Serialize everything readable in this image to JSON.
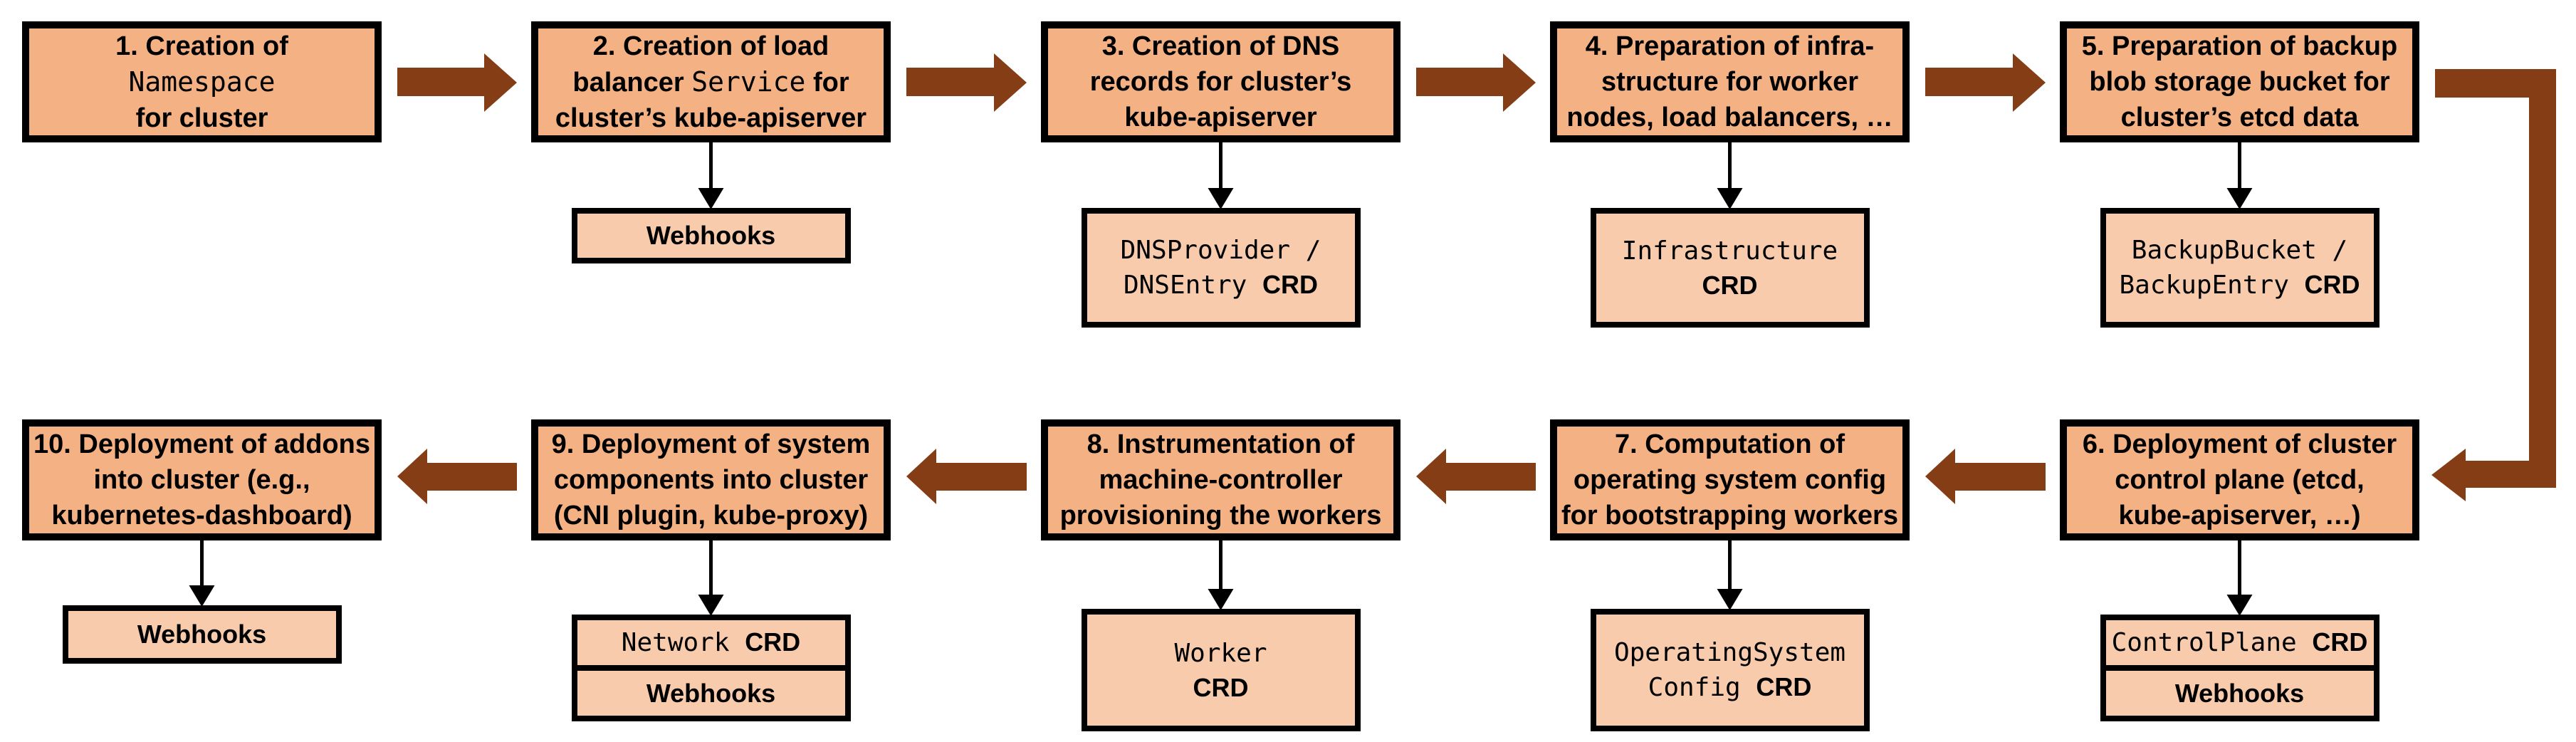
{
  "diagram_title": "Cluster creation flow (10 steps)",
  "colors": {
    "background": "#FFFFFF",
    "step_box_fill": "#F4B183",
    "sub_box_fill": "#F8CBAD",
    "box_border": "#000000",
    "flow_arrow": "#843D14",
    "connector_arrow": "#000000"
  },
  "steps": [
    {
      "id": "1",
      "row": 0,
      "col": 0,
      "lines": [
        [
          {
            "text": "1. Creation of"
          }
        ],
        [
          {
            "text": "Namespace",
            "style": "mono"
          }
        ],
        [
          {
            "text": "for cluster"
          }
        ]
      ],
      "sub": null
    },
    {
      "id": "2",
      "row": 0,
      "col": 1,
      "lines": [
        [
          {
            "text": "2. Creation of load"
          }
        ],
        [
          {
            "text": "balancer "
          },
          {
            "text": "Service",
            "style": "mono"
          },
          {
            "text": " for"
          }
        ],
        [
          {
            "text": "cluster’s kube-apiserver"
          }
        ]
      ],
      "sub": {
        "variant": "single",
        "cells": [
          {
            "lines": [
              [
                {
                  "text": "Webhooks",
                  "style": "bold"
                }
              ]
            ]
          }
        ]
      }
    },
    {
      "id": "3",
      "row": 0,
      "col": 2,
      "lines": [
        [
          {
            "text": "3. Creation of DNS"
          }
        ],
        [
          {
            "text": "records for cluster’s"
          }
        ],
        [
          {
            "text": "kube-apiserver"
          }
        ]
      ],
      "sub": {
        "variant": "tall",
        "cells": [
          {
            "lines": [
              [
                {
                  "text": "DNSProvider /",
                  "style": "mono"
                }
              ],
              [
                {
                  "text": "DNSEntry ",
                  "style": "mono"
                },
                {
                  "text": "CRD",
                  "style": "bold"
                }
              ]
            ]
          }
        ]
      }
    },
    {
      "id": "4",
      "row": 0,
      "col": 3,
      "lines": [
        [
          {
            "text": "4. Preparation of infra-"
          }
        ],
        [
          {
            "text": "structure for worker"
          }
        ],
        [
          {
            "text": "nodes, load balancers, …"
          }
        ]
      ],
      "sub": {
        "variant": "tall",
        "cells": [
          {
            "lines": [
              [
                {
                  "text": "Infrastructure",
                  "style": "mono"
                }
              ],
              [
                {
                  "text": "CRD",
                  "style": "bold"
                }
              ]
            ]
          }
        ]
      }
    },
    {
      "id": "5",
      "row": 0,
      "col": 4,
      "lines": [
        [
          {
            "text": "5. Preparation of backup"
          }
        ],
        [
          {
            "text": "blob storage bucket for"
          }
        ],
        [
          {
            "text": "cluster’s etcd data"
          }
        ]
      ],
      "sub": {
        "variant": "tall",
        "cells": [
          {
            "lines": [
              [
                {
                  "text": "BackupBucket /",
                  "style": "mono"
                }
              ],
              [
                {
                  "text": "BackupEntry ",
                  "style": "mono"
                },
                {
                  "text": "CRD",
                  "style": "bold"
                }
              ]
            ]
          }
        ]
      }
    },
    {
      "id": "6",
      "row": 1,
      "col": 4,
      "lines": [
        [
          {
            "text": "6. Deployment of cluster"
          }
        ],
        [
          {
            "text": "control plane (etcd,"
          }
        ],
        [
          {
            "text": "kube-apiserver, …)"
          }
        ]
      ],
      "sub": {
        "variant": "stack",
        "cells": [
          {
            "lines": [
              [
                {
                  "text": "ControlPlane ",
                  "style": "mono"
                },
                {
                  "text": "CRD",
                  "style": "bold"
                }
              ]
            ]
          },
          {
            "lines": [
              [
                {
                  "text": "Webhooks",
                  "style": "bold"
                }
              ]
            ]
          }
        ]
      }
    },
    {
      "id": "7",
      "row": 1,
      "col": 3,
      "lines": [
        [
          {
            "text": "7. Computation of"
          }
        ],
        [
          {
            "text": "operating system config"
          }
        ],
        [
          {
            "text": "for bootstrapping workers"
          }
        ]
      ],
      "sub": {
        "variant": "tall",
        "cells": [
          {
            "lines": [
              [
                {
                  "text": "OperatingSystem",
                  "style": "mono"
                }
              ],
              [
                {
                  "text": "Config ",
                  "style": "mono"
                },
                {
                  "text": "CRD",
                  "style": "bold"
                }
              ]
            ]
          }
        ]
      }
    },
    {
      "id": "8",
      "row": 1,
      "col": 2,
      "lines": [
        [
          {
            "text": "8. Instrumentation of"
          }
        ],
        [
          {
            "text": "machine-controller"
          }
        ],
        [
          {
            "text": "provisioning the workers"
          }
        ]
      ],
      "sub": {
        "variant": "tall",
        "cells": [
          {
            "lines": [
              [
                {
                  "text": "Worker",
                  "style": "mono"
                }
              ],
              [
                {
                  "text": "CRD",
                  "style": "bold"
                }
              ]
            ]
          }
        ]
      }
    },
    {
      "id": "9",
      "row": 1,
      "col": 1,
      "lines": [
        [
          {
            "text": "9. Deployment of system"
          }
        ],
        [
          {
            "text": "components into cluster"
          }
        ],
        [
          {
            "text": "(CNI plugin, kube-proxy)"
          }
        ]
      ],
      "sub": {
        "variant": "stack",
        "cells": [
          {
            "lines": [
              [
                {
                  "text": "Network ",
                  "style": "mono"
                },
                {
                  "text": "CRD",
                  "style": "bold"
                }
              ]
            ]
          },
          {
            "lines": [
              [
                {
                  "text": "Webhooks",
                  "style": "bold"
                }
              ]
            ]
          }
        ]
      }
    },
    {
      "id": "10",
      "row": 1,
      "col": 0,
      "lines": [
        [
          {
            "text": "10. Deployment of addons"
          }
        ],
        [
          {
            "text": "into cluster (e.g.,"
          }
        ],
        [
          {
            "text": "kubernetes-dashboard)"
          }
        ]
      ],
      "sub": {
        "variant": "single",
        "cells": [
          {
            "lines": [
              [
                {
                  "text": "Webhooks",
                  "style": "bold"
                }
              ]
            ]
          }
        ]
      }
    }
  ],
  "connections": [
    {
      "from": "1",
      "to": "2",
      "type": "arrow"
    },
    {
      "from": "2",
      "to": "3",
      "type": "arrow"
    },
    {
      "from": "3",
      "to": "4",
      "type": "arrow"
    },
    {
      "from": "4",
      "to": "5",
      "type": "arrow"
    },
    {
      "from": "5",
      "to": "6",
      "type": "elbow"
    },
    {
      "from": "6",
      "to": "7",
      "type": "arrow"
    },
    {
      "from": "7",
      "to": "8",
      "type": "arrow"
    },
    {
      "from": "8",
      "to": "9",
      "type": "arrow"
    },
    {
      "from": "9",
      "to": "10",
      "type": "arrow"
    }
  ]
}
